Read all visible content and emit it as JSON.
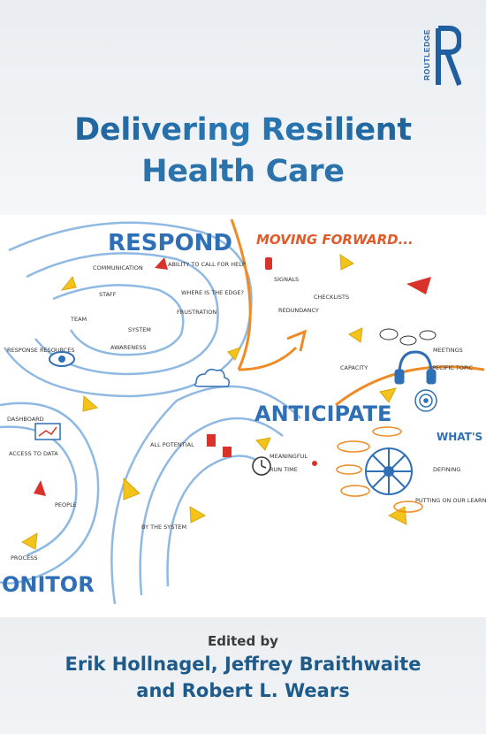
{
  "cover": {
    "publisher": "ROUTLEDGE",
    "title_line1": "Delivering Resilient",
    "title_line2": "Health Care",
    "edited_by": "Edited by",
    "editors_line1": "Erik Hollnagel, Jeffrey Braithwaite",
    "editors_line2": "and Robert L. Wears"
  },
  "illustration": {
    "labels": {
      "respond": "RESPOND",
      "moving_forward": "MOVING FORWARD...",
      "anticipate": "ANTICIPATE",
      "monitor": "ONITOR",
      "whats_next": "WHAT'S NEXT?"
    },
    "notes": [
      "COMMUNICATION",
      "ABILITY TO CALL FOR HELP",
      "STAFF",
      "TEAM",
      "WHERE IS THE EDGE?",
      "FRUSTRATION",
      "SYSTEM",
      "RESPONSE RESOURCES",
      "SIGNALS",
      "REDUNDANCY",
      "CAPACITY",
      "MEETINGS",
      "SPECIFIC TOPIC",
      "MEANINGFUL",
      "RUN TIME",
      "ALL POTENTIAL",
      "BY THE SYSTEM",
      "DASHBOARD",
      "ACCESS TO DATA",
      "PEOPLE",
      "PROCESS",
      "DEFINING",
      "PUTTING ON OUR LEARNING TOOL",
      "AWARENESS",
      "CHECKLISTS"
    ],
    "colors": {
      "blue": "#2f6fb5",
      "orange": "#f08a24",
      "yellow": "#f3c21b",
      "red": "#d8322a",
      "light_blue": "#8fb9e2"
    }
  }
}
